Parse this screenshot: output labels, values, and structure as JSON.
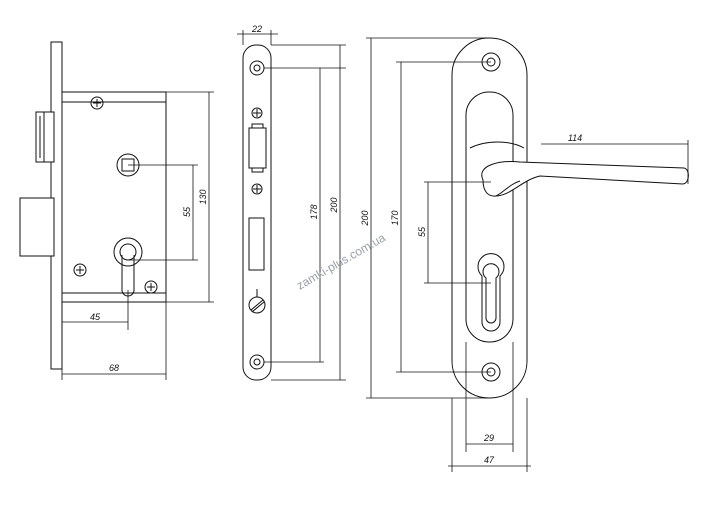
{
  "dimensions": {
    "lock_height": "130",
    "lock_center_distance": "55",
    "backset": "45",
    "lock_depth": "68",
    "faceplate_width": "22",
    "faceplate_screw_distance": "178",
    "faceplate_length": "200",
    "plate_length": "200",
    "plate_screw_distance": "170",
    "plate_center_distance": "55",
    "handle_length": "114",
    "plate_screw_spacing": "29",
    "plate_width": "47"
  },
  "watermark": "zamki-plus.com.ua",
  "colors": {
    "line": "#111111",
    "watermark": "#9aa0a8"
  }
}
